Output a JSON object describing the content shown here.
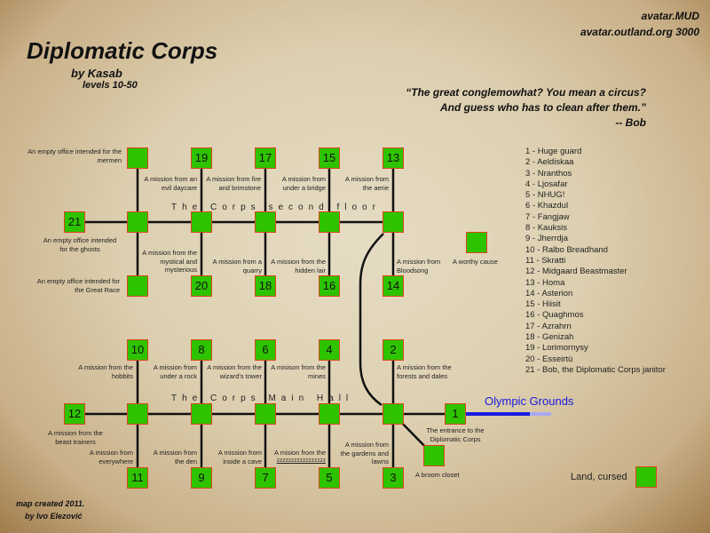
{
  "header": {
    "title": "Diplomatic Corps",
    "author": "by Kasab",
    "levels": "levels 10-50",
    "mud_name": "avatar.MUD",
    "mud_address": "avatar.outland.org 3000"
  },
  "quote": {
    "line1": "“The great conglemowhat? You mean a circus?",
    "line2": "And guess who has to clean after them.”",
    "attribution": "-- Bob"
  },
  "areas": {
    "second_floor": "The Corps second floor",
    "main_hall": "The Corps Main Hall",
    "exit": "Olympic Grounds"
  },
  "colors": {
    "room": "#2ec300",
    "room_border": "#d8461c",
    "exit_line": "#1a1ae0",
    "path": "#111111"
  },
  "rooms": {
    "r1": "1",
    "r2": "2",
    "r3": "3",
    "r4": "4",
    "r5": "5",
    "r6": "6",
    "r7": "7",
    "r8": "8",
    "r9": "9",
    "r10": "10",
    "r11": "11",
    "r12": "12",
    "r13": "13",
    "r14": "14",
    "r15": "15",
    "r16": "16",
    "r17": "17",
    "r18": "18",
    "r19": "19",
    "r20": "20",
    "r21": "21"
  },
  "labels": {
    "mermen": "An empty office intended for the mermen",
    "daycare": "A mission from an evil daycare",
    "fire": "A mission from fire and brimstone",
    "bridge": "A mission from under a bridge",
    "aerie": "A mission from the aerie",
    "ghosts": "An empty office intended for the ghosts",
    "mystical": "A mission from the mystical and mysterious",
    "quarry": "A mission from a quarry",
    "lair": "A mission from the hidden lair",
    "bloodsong": "A mission from Bloodsong",
    "great_race": "An empty office intended for the Great Race",
    "worthy": "A worthy cause",
    "hobbits": "A mission from the hobbits",
    "rock": "A mission from under a rock",
    "wizard": "A mission from the wizard's tower",
    "mines": "A misison from the mines",
    "forests": "A mission from the forests and dales",
    "beast": "A mission from the beast trainers",
    "everywhere": "A mission from everywhere",
    "den": "A mission from the den",
    "cave": "A mission from inside a cave",
    "zzz": "A mision from the",
    "zzz2": "zzzzzzzzzzzzzzzzz",
    "gardens": "A mission from the gardens and lawns",
    "entrance": "The entrance to the Diplomatic Corps",
    "broom": "A broom closet",
    "cursed": "Land, cursed"
  },
  "legend": [
    "1 - Huge guard",
    "2 - Aeldiskaa",
    "3 - Nranthos",
    "4 - Ljosafar",
    "5 - NHUG!",
    "6 - Khazdul",
    "7 - Fangjaw",
    "8 - Kauksis",
    "9 - Jherrdja",
    "10 - Ralbo Breadhand",
    "11 - Skratti",
    "12 - Midgaard Beastmaster",
    "13 - Homa",
    "14 - Asterion",
    "15 - Hiisit",
    "16 - Quaghmos",
    "17 - Azrahrn",
    "18 - Genizah",
    "19 - Lorimornysy",
    "20 - Esseirtù",
    "21 - Bob, the Diplomatic Corps janitor"
  ],
  "footer": {
    "line1": "map created 2011.",
    "line2": "by Ivo Elezović"
  }
}
